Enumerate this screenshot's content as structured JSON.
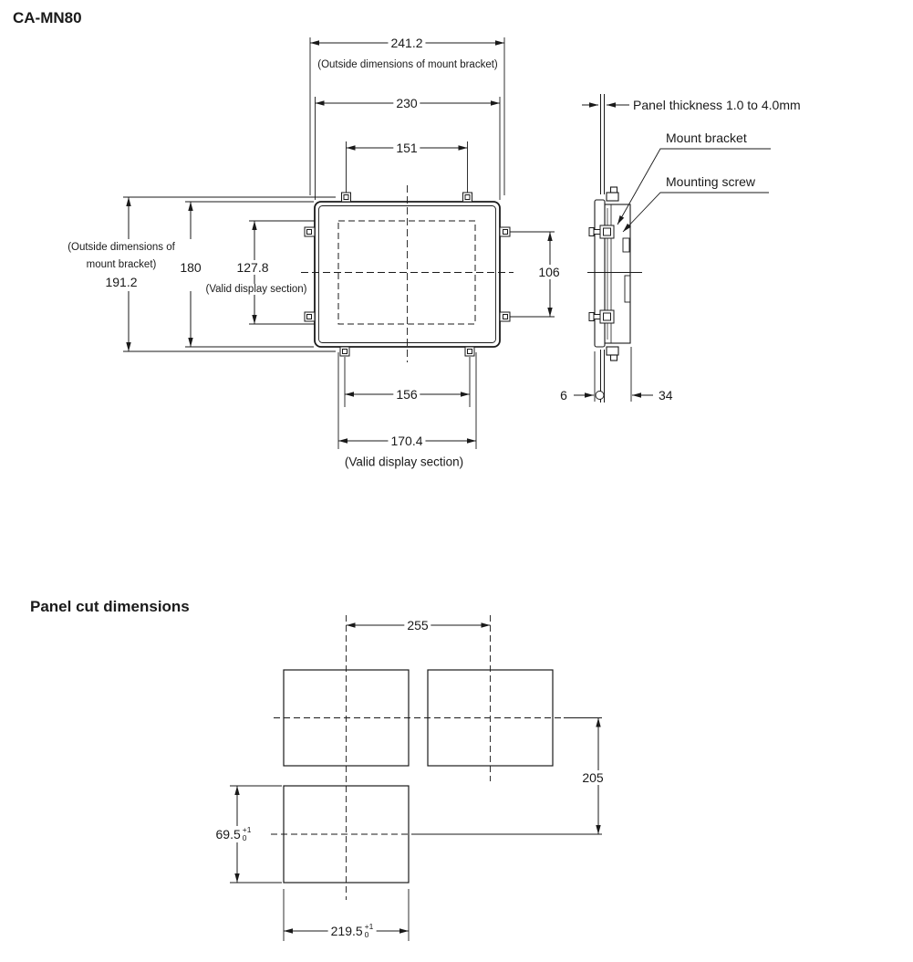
{
  "title": "CA-MN80",
  "front_view": {
    "dim_bracket_width": "241.2",
    "label_bracket_width": "(Outside dimensions of mount bracket)",
    "dim_unit_width": "230",
    "dim_top_screw_pitch": "151",
    "label_bracket_height_line1": "(Outside dimensions of",
    "label_bracket_height_line2": "mount bracket)",
    "dim_bracket_height": "191.2",
    "dim_unit_height": "180",
    "dim_display_height": "127.8",
    "label_display_height": "(Valid display section)",
    "dim_side_screw_pitch": "106",
    "dim_bottom_screw_pitch": "156",
    "dim_display_width": "170.4",
    "label_display_width": "(Valid display section)"
  },
  "side_view": {
    "label_panel_thickness": "Panel thickness 1.0 to 4.0mm",
    "label_mount_bracket": "Mount bracket",
    "label_mounting_screw": "Mounting screw",
    "dim_front_protrusion": "6",
    "dim_rear_depth": "34"
  },
  "panel_cut": {
    "heading": "Panel cut dimensions",
    "dim_horizontal_pitch": "255",
    "dim_vertical_pitch": "205",
    "dim_cut_height": "69.5",
    "dim_cut_height_tol_upper": "+1",
    "dim_cut_height_tol_lower": "0",
    "dim_cut_width": "219.5",
    "dim_cut_width_tol_upper": "+1",
    "dim_cut_width_tol_lower": "0"
  },
  "colors": {
    "line": "#1a1a1a",
    "text": "#1a1a1a",
    "background": "#ffffff"
  }
}
